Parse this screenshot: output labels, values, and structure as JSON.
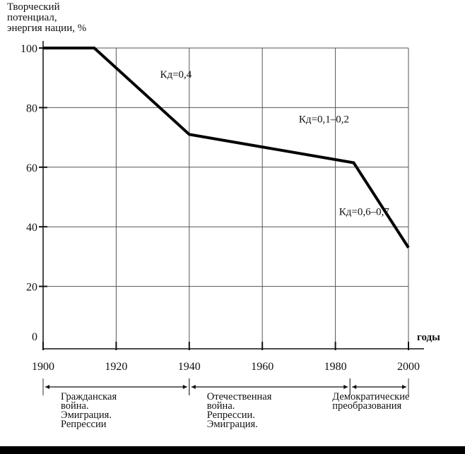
{
  "chart_data": {
    "type": "line",
    "ylabel_lines": [
      "Творческий",
      "потенциал,",
      "энергия нации, %"
    ],
    "xlabel": "годы",
    "xlim": [
      1900,
      2000
    ],
    "ylim": [
      0,
      100
    ],
    "x_ticks": [
      1900,
      1920,
      1940,
      1960,
      1980,
      2000
    ],
    "y_ticks": [
      0,
      20,
      40,
      60,
      80,
      100
    ],
    "grid": true,
    "series": [
      {
        "name": "Творческий потенциал",
        "x": [
          1900,
          1914,
          1940,
          1985,
          2000
        ],
        "y": [
          100,
          100,
          71,
          61.5,
          33
        ]
      }
    ],
    "annotations": [
      {
        "text": "Кд=0,4",
        "x": 1932,
        "y": 90
      },
      {
        "text": "Кд=0,1–0,2",
        "x": 1970,
        "y": 75
      },
      {
        "text": "Кд=0,6–0,7",
        "x": 1981,
        "y": 44
      }
    ],
    "periods": [
      {
        "from": 1900,
        "to": 1940,
        "lines": [
          "Гражданская",
          "война.",
          "Эмиграция.",
          "Репрессии"
        ]
      },
      {
        "from": 1940,
        "to": 1984,
        "lines": [
          "Отечественная",
          "война.",
          "Репрессии.",
          "Эмиграция."
        ]
      },
      {
        "from": 1984,
        "to": 2000,
        "lines": [
          "Демократические",
          "преобразования"
        ]
      }
    ]
  }
}
